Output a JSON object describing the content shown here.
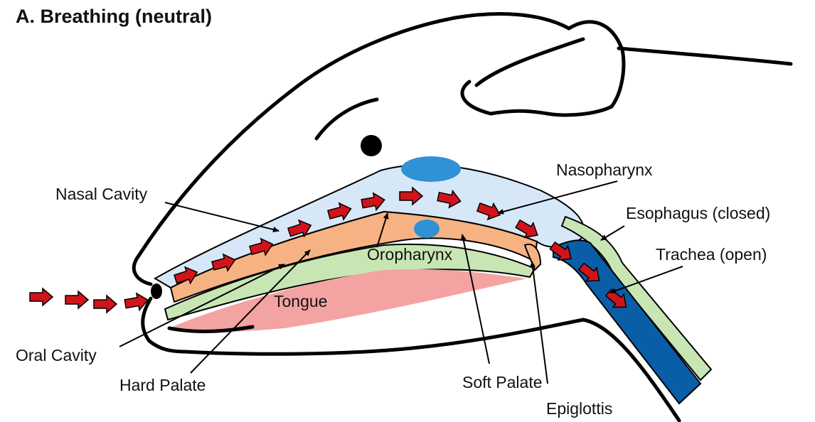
{
  "title": "A. Breathing (neutral)",
  "labels": {
    "nasal_cavity": "Nasal Cavity",
    "nasopharynx": "Nasopharynx",
    "esophagus": "Esophagus (closed)",
    "trachea": "Trachea (open)",
    "oropharynx": "Oropharynx",
    "tongue": "Tongue",
    "oral_cavity": "Oral Cavity",
    "hard_palate": "Hard Palate",
    "soft_palate": "Soft Palate",
    "epiglottis": "Epiglottis"
  },
  "colors": {
    "airway": "#d6e8f7",
    "palate": "#f7b283",
    "tongue": "#f4a3a3",
    "oral_floor": "#c8e6b4",
    "trachea": "#0a5ea8",
    "esophagus": "#c8e6b4",
    "gland": "#2f92d4",
    "arrow": "#d0141b"
  }
}
